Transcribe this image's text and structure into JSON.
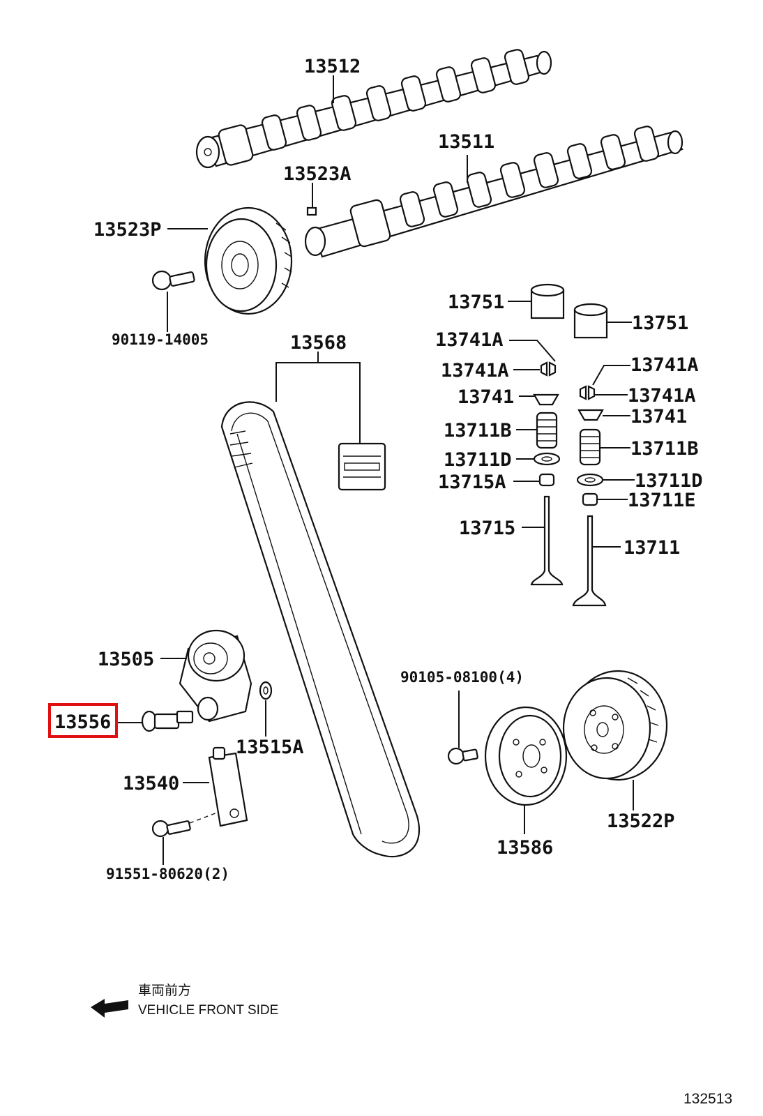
{
  "parts": {
    "p13512": "13512",
    "p13511": "13511",
    "p13523A": "13523A",
    "p13523P": "13523P",
    "p90119": "90119-14005",
    "p13568": "13568",
    "p13751_l": "13751",
    "p13751_r": "13751",
    "p13741A_1": "13741A",
    "p13741A_2": "13741A",
    "p13741A_3": "13741A",
    "p13741A_4": "13741A",
    "p13741_l": "13741",
    "p13741_r": "13741",
    "p13711B_l": "13711B",
    "p13711B_r": "13711B",
    "p13711D_l": "13711D",
    "p13711D_r": "13711D",
    "p13715A": "13715A",
    "p13711E": "13711E",
    "p13715": "13715",
    "p13711": "13711",
    "p13505": "13505",
    "p13556": "13556",
    "p13515A": "13515A",
    "p13540": "13540",
    "p91551": "91551-80620(2)",
    "p90105": "90105-08100(4)",
    "p13586": "13586",
    "p13522P": "13522P"
  },
  "highlight": {
    "part": "13556",
    "color": "#e01010"
  },
  "footer": {
    "japanese": "車両前方",
    "english": "VEHICLE FRONT SIDE",
    "diagram_code": "132513"
  },
  "icons": {
    "direction": "arrow-left-icon"
  }
}
